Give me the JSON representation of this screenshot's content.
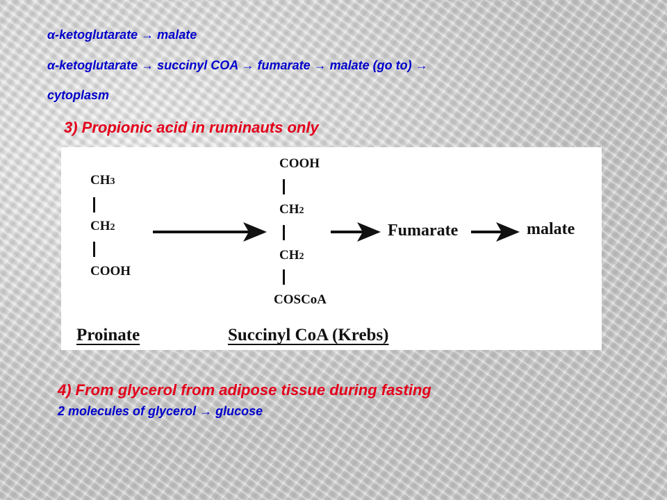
{
  "text": {
    "line1": "α-ketoglutarate → malate",
    "line2": "α-ketoglutarate → succinyl COA → fumarate → malate (go to) →",
    "line3": "cytoplasm",
    "heading3": "3) Propionic acid in ruminauts only",
    "heading4": "4) From glycerol from adipose tissue during fasting",
    "line4": "2 molecules of glycerol → glucose"
  },
  "diagram": {
    "propionate": {
      "groups": [
        "CH3",
        "CH2",
        "COOH"
      ],
      "caption": "Proinate"
    },
    "succinyl": {
      "groups": [
        "COOH",
        "CH2",
        "CH2",
        "COSCoA"
      ],
      "caption": "Succinyl CoA (Krebs)"
    },
    "fumarate": "Fumarate",
    "malate": "malate"
  },
  "colors": {
    "blue_text": "#0000cc",
    "red_heading": "#e3001b",
    "diagram_bg": "#ffffff"
  }
}
